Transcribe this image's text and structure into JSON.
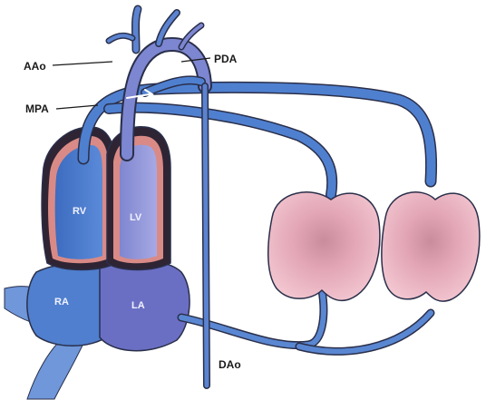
{
  "labels": {
    "aao": "AAo",
    "mpa": "MPA",
    "pda": "PDA",
    "rv": "RV",
    "lv": "LV",
    "ra": "RA",
    "la": "LA",
    "dao": "DAo"
  },
  "colors": {
    "deep_blue": "#3f6fbf",
    "mid_blue": "#5f8fd6",
    "light_blue": "#8fb0e6",
    "violet": "#8f93d4",
    "muscle_dark": "#3a1d2a",
    "muscle_pink": "#d98a86",
    "lung_pink": "#e8a8b8",
    "lung_dark": "#c98a9e",
    "outline": "#2a2f4a"
  }
}
